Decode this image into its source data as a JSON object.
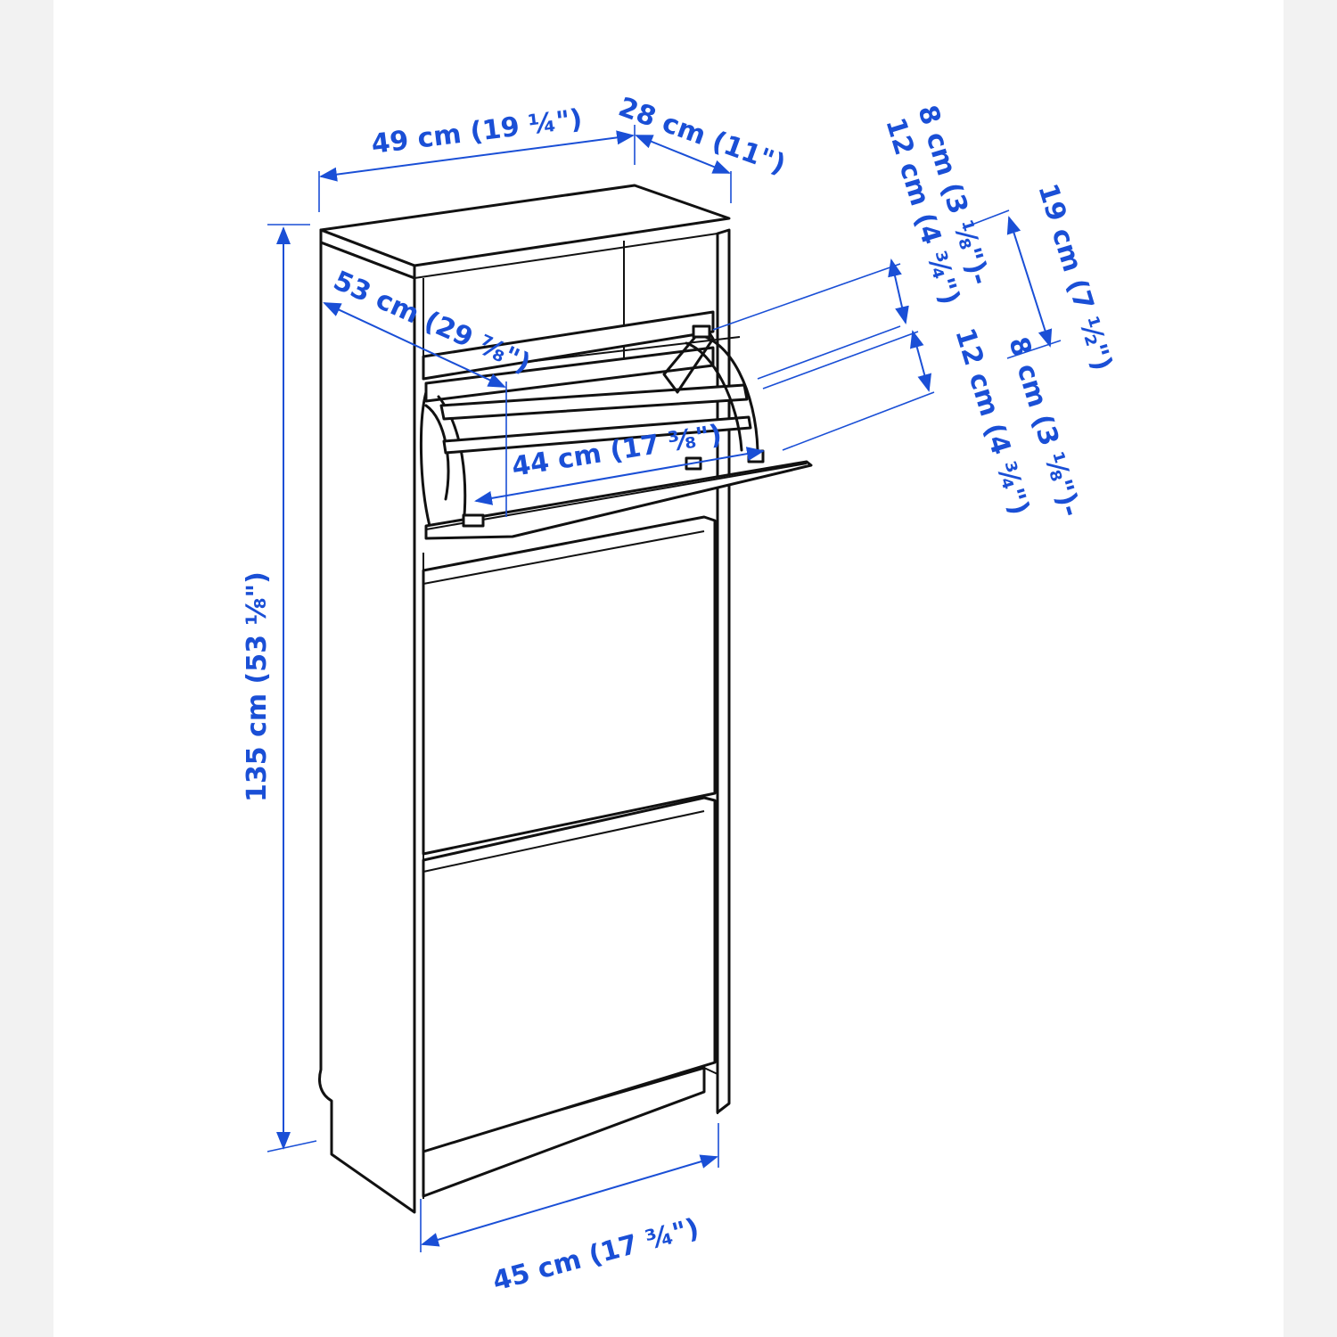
{
  "colors": {
    "background": "#ffffff",
    "outer_background": "#f2f2f2",
    "line": "#111111",
    "dimension": "#1a4fd6"
  },
  "dimensions": {
    "width_top": "49 cm (19 ¼\")",
    "depth_top": "28 cm (11\")",
    "height": "135 cm (53 ⅛\")",
    "diagonal_opening": "53 cm (29 ⅞\")",
    "inner_width": "44 cm (17 ⅜\")",
    "width_bottom": "45 cm (17 ¾\")",
    "compartment_upper_line1": "8 cm (3 ⅛\")-",
    "compartment_upper_line2": "12 cm (4 ¾\")",
    "compartment_depth": "19 cm (7 ½\")",
    "compartment_lower_line1": "8 cm (3 ⅛\")-",
    "compartment_lower_line2": "12 cm (4 ¾\")"
  }
}
